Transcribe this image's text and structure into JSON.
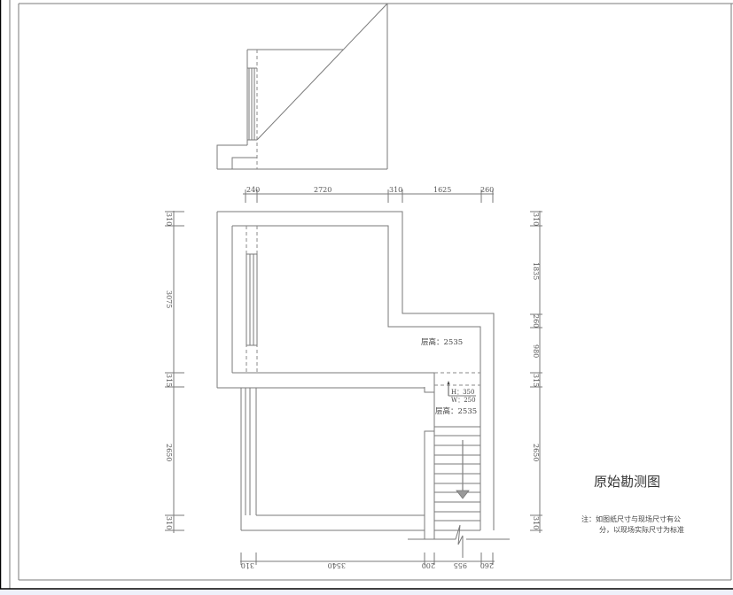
{
  "drawing": {
    "title": "原始勘测图",
    "note_line1": "注：如图纸尺寸与现场尺寸有公",
    "note_line2": "分，以现场实际尺寸为标准",
    "floor_height_upper": "层高：2535",
    "floor_height_stair": "层高：2535",
    "step_height": "H：350",
    "step_width": "W：250"
  },
  "dimensions": {
    "top": [
      "240",
      "2720",
      "310",
      "1625",
      "260"
    ],
    "left": [
      "310",
      "3075",
      "315",
      "2650",
      "310"
    ],
    "right": [
      "310",
      "1835",
      "260",
      "980",
      "315",
      "2650",
      "310"
    ],
    "bottom": [
      "310",
      "3540",
      "200",
      "955",
      "260"
    ]
  },
  "colors": {
    "line": "#7a7a7a",
    "text": "#444444",
    "frame": "#000000"
  }
}
